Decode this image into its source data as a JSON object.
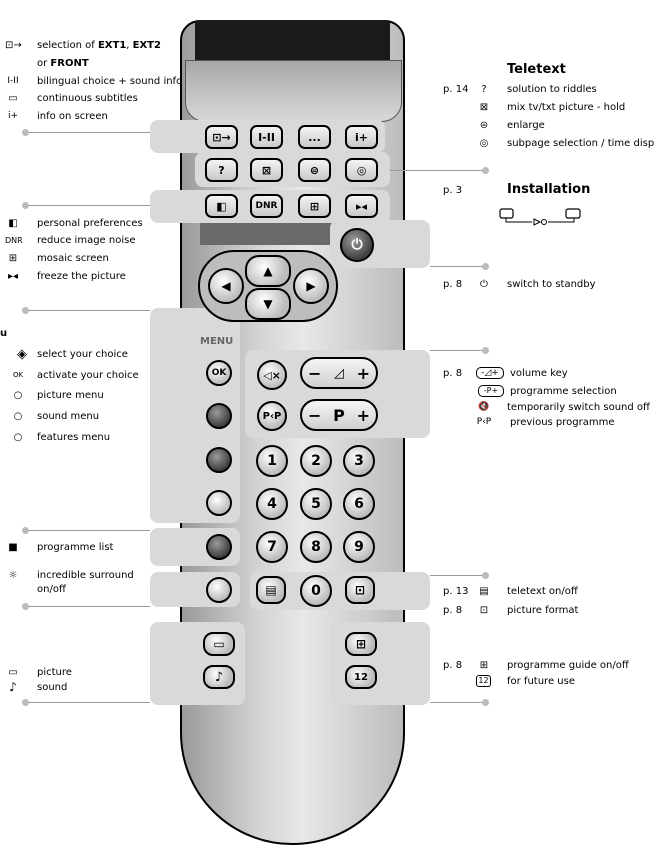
{
  "left": {
    "ext": {
      "icon": "⊡→",
      "line1_pre": "selection of ",
      "line1_bold": "EXT1",
      "line1_mid": ", ",
      "line1_bold2": "EXT2",
      "line2_pre": "or ",
      "line2_bold": "FRONT"
    },
    "bilingual": {
      "icon": "I-II",
      "text": "bilingual choice + sound info"
    },
    "subtitles": {
      "icon": "▭",
      "text": "continuous subtitles"
    },
    "info": {
      "icon": "i+",
      "text": "info on screen"
    },
    "personal": {
      "icon": "◧",
      "text": "personal preferences"
    },
    "dnr": {
      "icon": "DNR",
      "text": "reduce image noise"
    },
    "mosaic": {
      "icon": "⊞",
      "text": "mosaic screen"
    },
    "freeze": {
      "icon": "▸◂",
      "text": "freeze the picture"
    },
    "menu_heading": "u",
    "select": {
      "icon": "◈",
      "text": "select your choice"
    },
    "activate": {
      "icon": "OK",
      "text": "activate your choice"
    },
    "picture_menu": {
      "icon": "○",
      "text": "picture menu"
    },
    "sound_menu": {
      "icon": "○",
      "text": "sound menu"
    },
    "features_menu": {
      "icon": "○",
      "text": "features menu"
    },
    "programme_list": {
      "icon": "■",
      "text": "programme list"
    },
    "surround": {
      "icon": "☼",
      "text1": "incredible surround",
      "text2": "on/off"
    },
    "picture": {
      "icon": "▭",
      "text": "picture"
    },
    "sound": {
      "icon": "♪",
      "text": "sound"
    }
  },
  "right": {
    "teletext_heading": "Teletext",
    "teletext_page": "p. 14",
    "riddles": {
      "icon": "?",
      "text": "solution to riddles"
    },
    "mix": {
      "icon": "⊠",
      "text": "mix tv/txt picture - hold"
    },
    "enlarge": {
      "icon": "⊜",
      "text": "enlarge"
    },
    "subpage": {
      "icon": "◎",
      "text": "subpage selection / time display"
    },
    "installation_page": "p. 3",
    "installation_heading": "Installation",
    "standby_page": "p. 8",
    "standby": {
      "icon": "⏻",
      "text": "switch to standby"
    },
    "volume_page": "p. 8",
    "volume": {
      "icon": "-◿+",
      "text": "volume key"
    },
    "prog": {
      "icon": "-P+",
      "text": "programme selection"
    },
    "mute": {
      "icon": "🔇",
      "text": "temporarily switch sound off"
    },
    "prev": {
      "icon": "P‹P",
      "text": "previous programme"
    },
    "teletext_onoff_page": "p. 13",
    "teletext_onoff": {
      "icon": "▤",
      "text": "teletext on/off"
    },
    "format_page": "p. 8",
    "format": {
      "icon": "⊡",
      "text": "picture format"
    },
    "guide_page": "p. 8",
    "guide": {
      "icon": "⊞",
      "text": "programme guide on/off"
    },
    "future": {
      "icon": "12",
      "text": "for future use"
    }
  },
  "remote": {
    "row1": [
      "⊡→",
      "I-II",
      "...",
      "i+"
    ],
    "row2": [
      "?",
      "⊠",
      "⊜",
      "◎"
    ],
    "row3": [
      "◧",
      "DNR",
      "⊞",
      "▸◂"
    ],
    "power": "⏻",
    "menu_label": "MENU",
    "ok": "OK",
    "mute": "◁×",
    "prev": "P‹P",
    "vol_minus": "−",
    "vol_mid": "◿",
    "vol_plus": "+",
    "p_minus": "−",
    "p_mid": "P",
    "p_plus": "+",
    "digits": [
      "1",
      "2",
      "3",
      "4",
      "5",
      "6",
      "7",
      "8",
      "9"
    ],
    "zero": "0",
    "teletext": "▤",
    "format": "⊡",
    "picture": "▭",
    "sound": "♪",
    "guide": "⊞",
    "future": "12",
    "up": "▲",
    "down": "▼",
    "left": "◀",
    "right": "▶"
  }
}
